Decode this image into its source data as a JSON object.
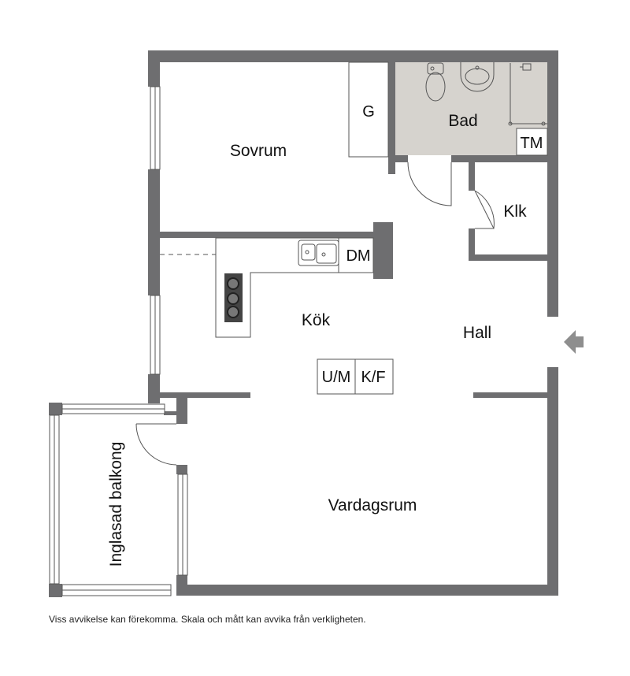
{
  "colors": {
    "wall": "#6e6e70",
    "bathroom_floor": "#d6d3ce",
    "fixture_stroke": "#555555",
    "entrance_arrow": "#8e8e8e"
  },
  "rooms": {
    "sovrum": "Sovrum",
    "bad": "Bad",
    "klk": "Klk",
    "kok": "Kök",
    "hall": "Hall",
    "vardagsrum": "Vardagsrum",
    "balkong": "Inglasad balkong"
  },
  "fixtures": {
    "garderob": "G",
    "tvattmaskin": "TM",
    "diskmaskin": "DM",
    "ugn_mikro": "U/M",
    "kyl_frys": "K/F"
  },
  "icons": {
    "entrance": "entrance-arrow-icon",
    "toilet": "toilet-icon",
    "sink": "washbasin-icon",
    "shower": "shower-icon",
    "kitchen_sink": "kitchen-sink-icon",
    "stove": "stove-icon"
  },
  "disclaimer": "Viss avvikelse kan förekomma. Skala och mått kan avvika från verkligheten."
}
